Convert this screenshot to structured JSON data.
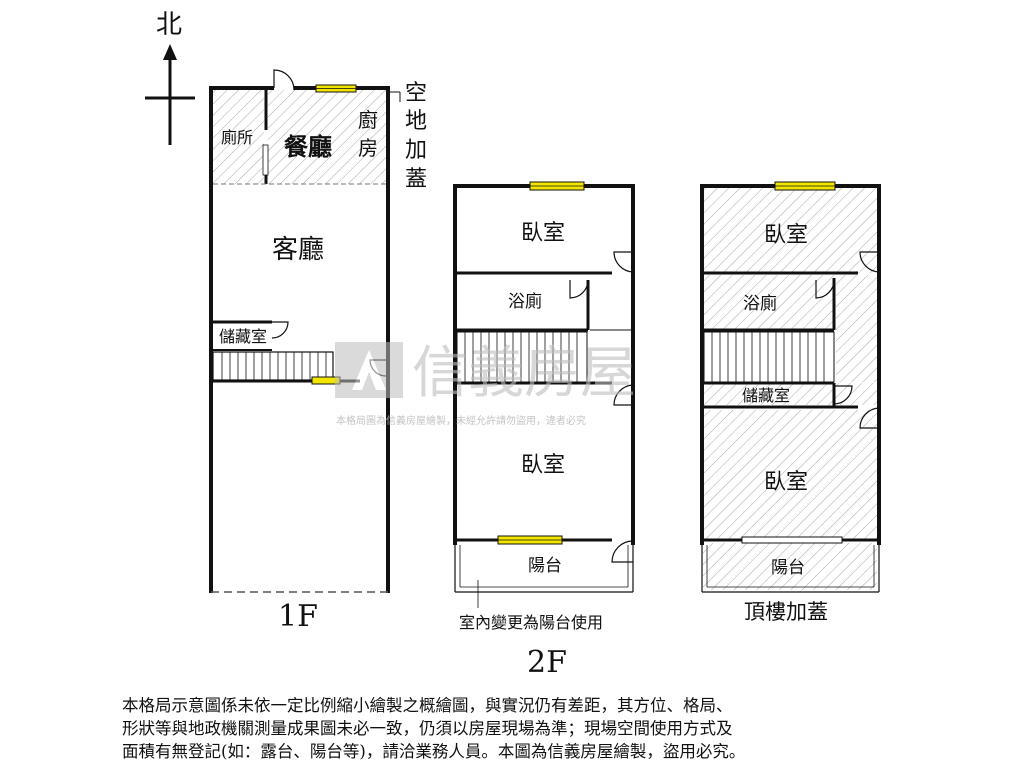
{
  "compass": {
    "north_label": "北"
  },
  "floor1": {
    "label": "1F",
    "rooms": {
      "toilet": "廁所",
      "dining": "餐廳",
      "kitchen": "廚房",
      "living": "客廳",
      "storage": "儲藏室"
    },
    "annex_note": [
      "空",
      "地",
      "加",
      "蓋"
    ]
  },
  "floor2": {
    "label": "2F",
    "rooms": {
      "bedroom_top": "臥室",
      "bath": "浴廁",
      "bedroom_bottom": "臥室",
      "balcony": "陽台"
    },
    "balcony_note": "室內變更為陽台使用"
  },
  "floor3": {
    "label": "頂樓加蓋",
    "rooms": {
      "bedroom_top": "臥室",
      "bath": "浴廁",
      "storage": "儲藏室",
      "bedroom_bottom": "臥室",
      "balcony": "陽台"
    }
  },
  "watermark": {
    "brand": "信義房屋",
    "notice": "本格局圖為信義房屋繪製，未經允許請勿盜用，違者必究"
  },
  "disclaimer": [
    "本格局示意圖係未依一定比例縮小繪製之概繪圖，與實況仍有差距，其方位、格局、",
    "形狀等與地政機關測量成果圖未必一致，仍須以房屋現場為準；現場空間使用方式及",
    "面積有無登記(如：露台、陽台等)，請洽業務人員。本圖為信義房屋繪製，盜用必究。"
  ],
  "colors": {
    "wall": "#111111",
    "window": "#f2e600",
    "hatch": "#a8a8a8",
    "watermark": "#bdbdbd"
  }
}
